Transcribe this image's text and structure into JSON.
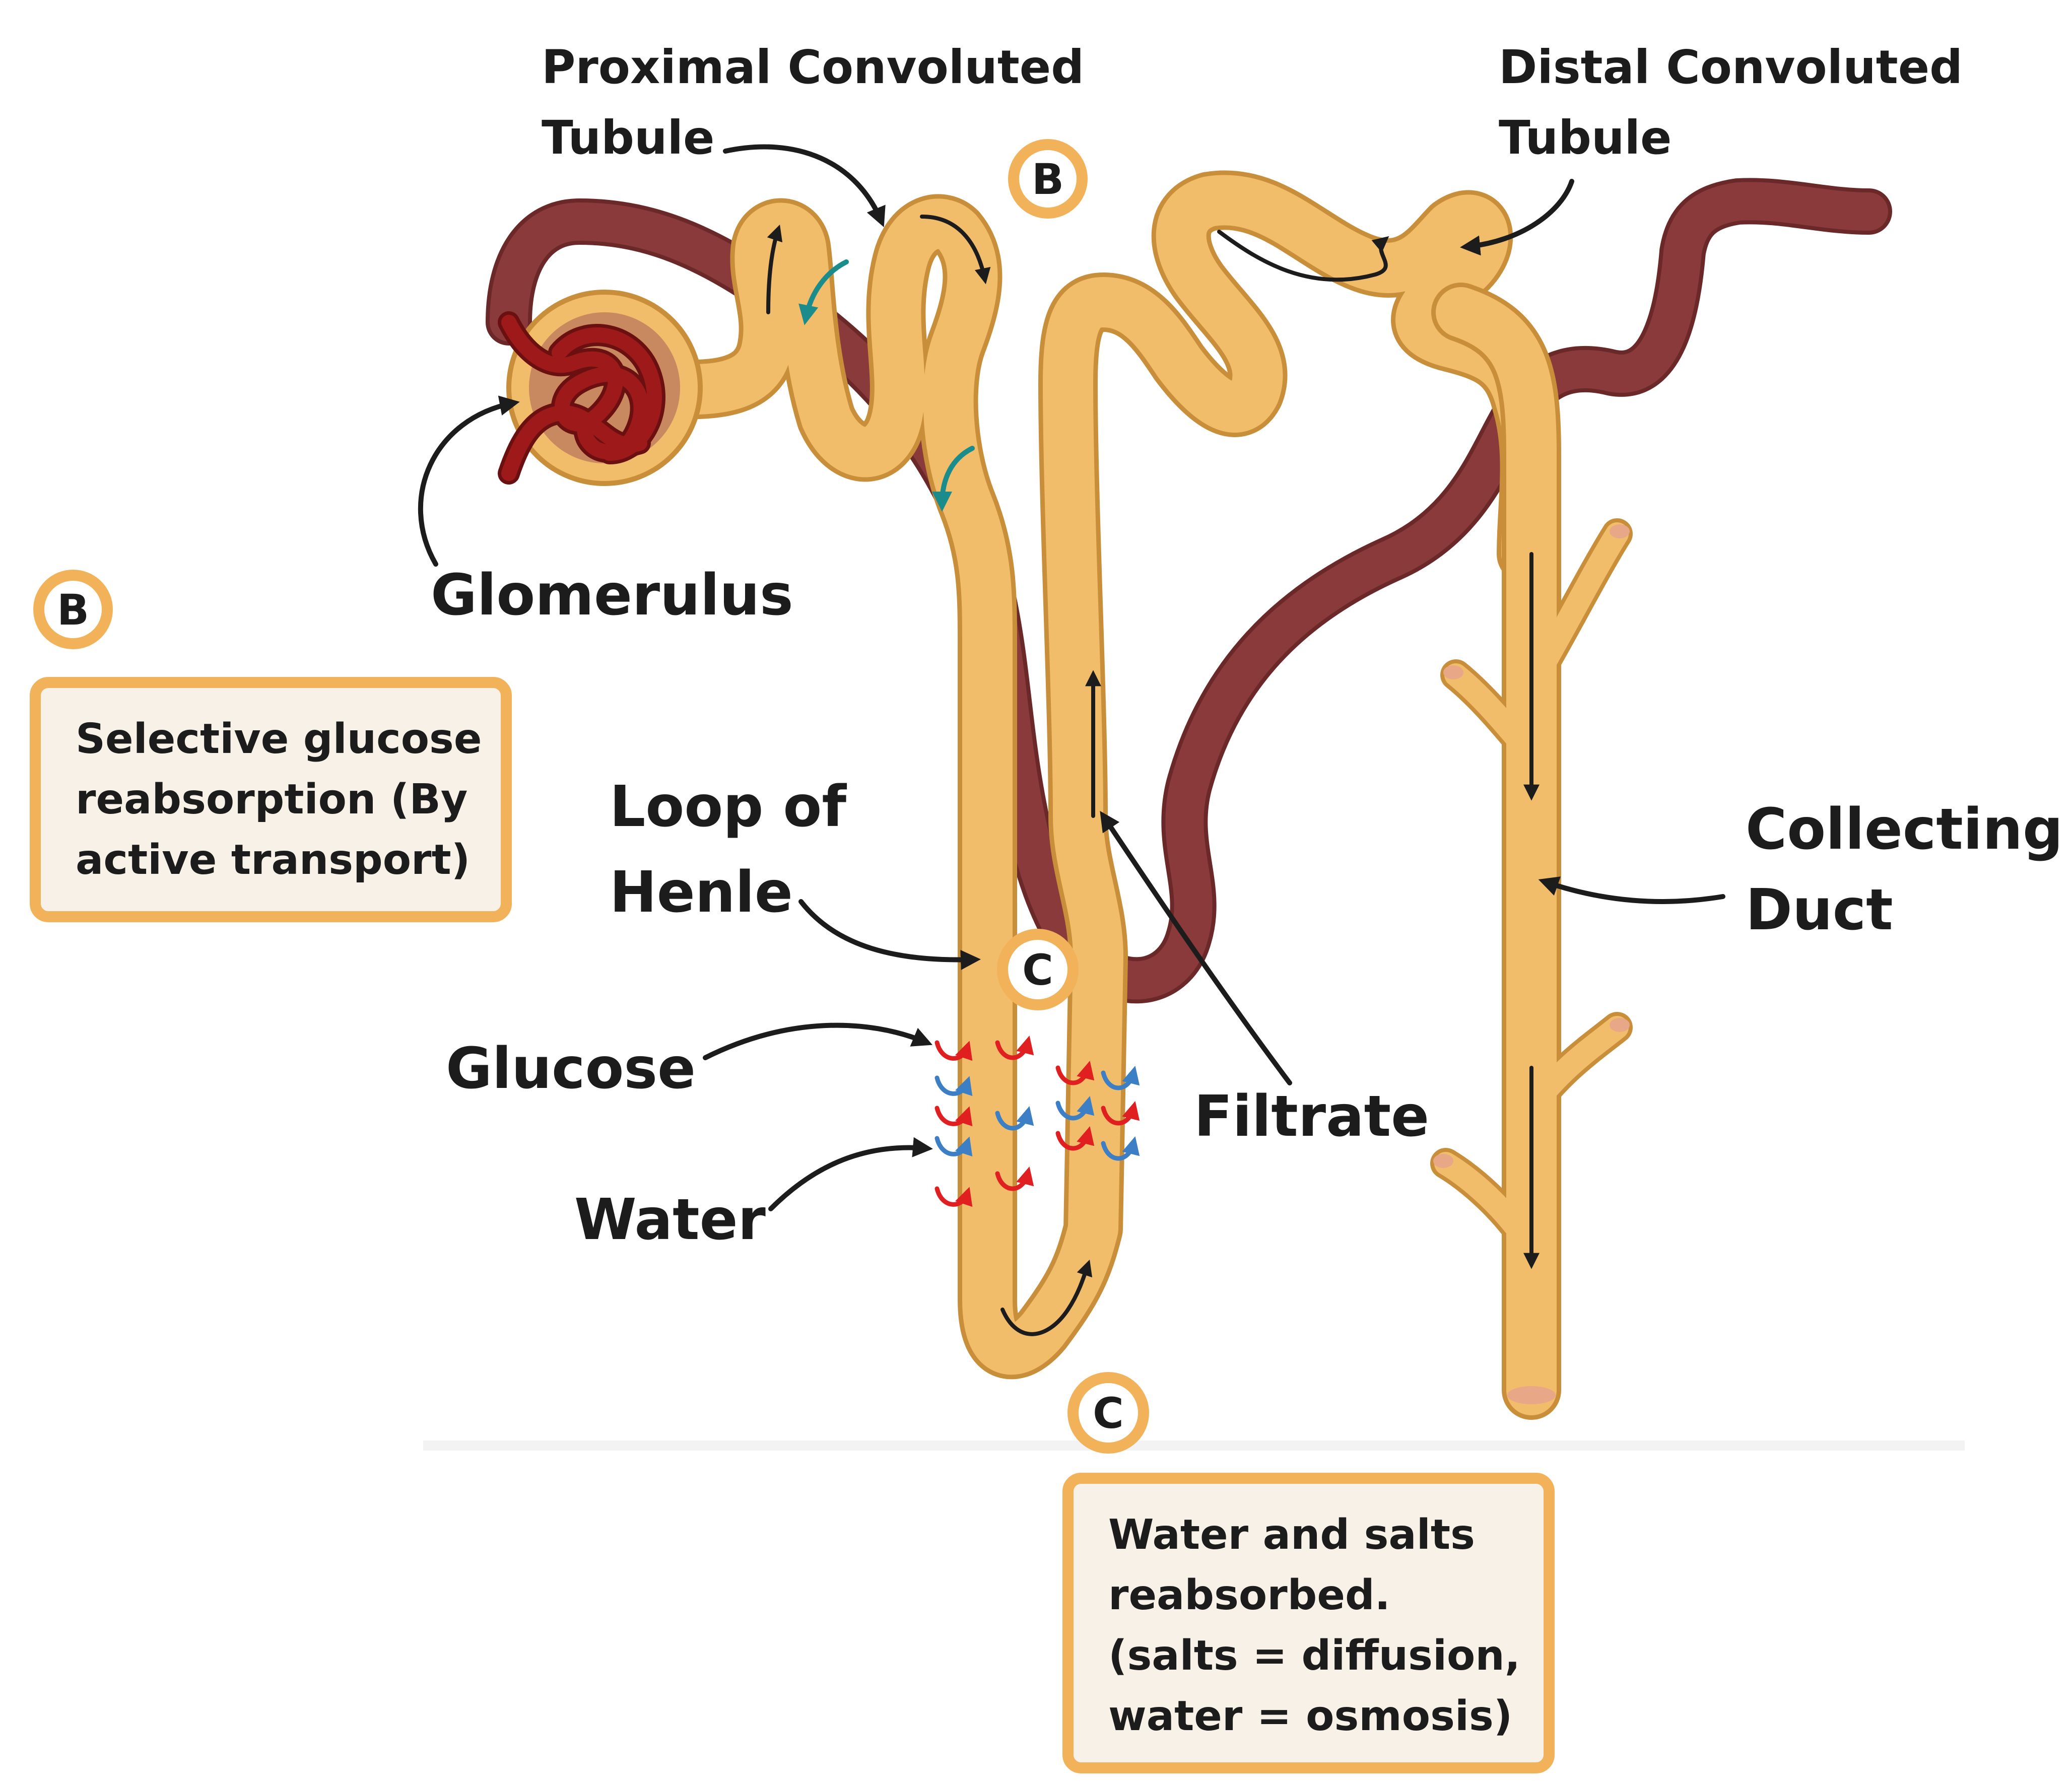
{
  "colors": {
    "tubule_fill": "#F2BD6B",
    "tubule_outline": "#C98E3A",
    "vessel": "#8A3A3A",
    "vessel_outline": "#6A2828",
    "capillary": "#9E1A1A",
    "capsule_fill": "#C98960",
    "badge_border": "#F2B25A",
    "box_border": "#F2B25A",
    "box_fill": "#F8F1E8",
    "glucose_arrow": "#E02020",
    "water_arrow": "#3C7FC4",
    "teal_arrow": "#1A8C8C",
    "label_text": "#1c1c1c"
  },
  "labels": {
    "pct_line1": "Proximal Convoluted",
    "pct_line2": "Tubule",
    "dct_line1": "Distal Convoluted",
    "dct_line2": "Tubule",
    "glomerulus": "Glomerulus",
    "loop_line1": "Loop of",
    "loop_line2": "Henle",
    "collecting_line1": "Collecting",
    "collecting_line2": "Duct",
    "glucose": "Glucose",
    "water": "Water",
    "filtrate": "Filtrate"
  },
  "badges": {
    "b_top": "B",
    "b_side": "B",
    "c_loop": "C",
    "c_bottom": "C"
  },
  "boxes": {
    "b_box": {
      "line1": "Selective glucose",
      "line2": "reabsorption (By",
      "line3": "active transport)"
    },
    "c_box": {
      "line1": "Water and salts",
      "line2": "reabsorbed.",
      "line3": "(salts = diffusion,",
      "line4": "water = osmosis)"
    }
  }
}
